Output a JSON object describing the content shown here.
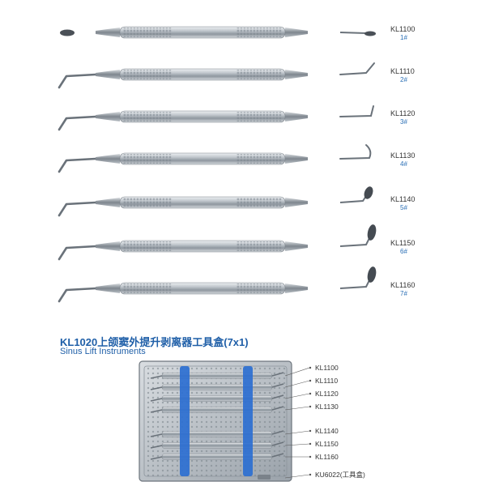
{
  "instruments": [
    {
      "code": "KL1100",
      "number": "1#",
      "tip": "spoon"
    },
    {
      "code": "KL1110",
      "number": "2#",
      "tip": "hook-up"
    },
    {
      "code": "KL1120",
      "number": "3#",
      "tip": "bent-up"
    },
    {
      "code": "KL1130",
      "number": "4#",
      "tip": "curve-up"
    },
    {
      "code": "KL1140",
      "number": "5#",
      "tip": "paddle"
    },
    {
      "code": "KL1150",
      "number": "6#",
      "tip": "paddle-tall"
    },
    {
      "code": "KL1160",
      "number": "7#",
      "tip": "paddle-tall"
    }
  ],
  "kit": {
    "title": "KL1020上颌窦外提升剥离器工具盒(7x1)",
    "subtitle": "Sinus Lift Instruments",
    "labels": [
      "KL1100",
      "KL1110",
      "KL1120",
      "KL1130",
      "KL1140",
      "KL1150",
      "KL1160",
      "KU6022(工具盒)"
    ]
  },
  "colors": {
    "accent": "#1f5fa8",
    "steel": "#9aa3ab",
    "silicone": "#2d6fd1"
  }
}
